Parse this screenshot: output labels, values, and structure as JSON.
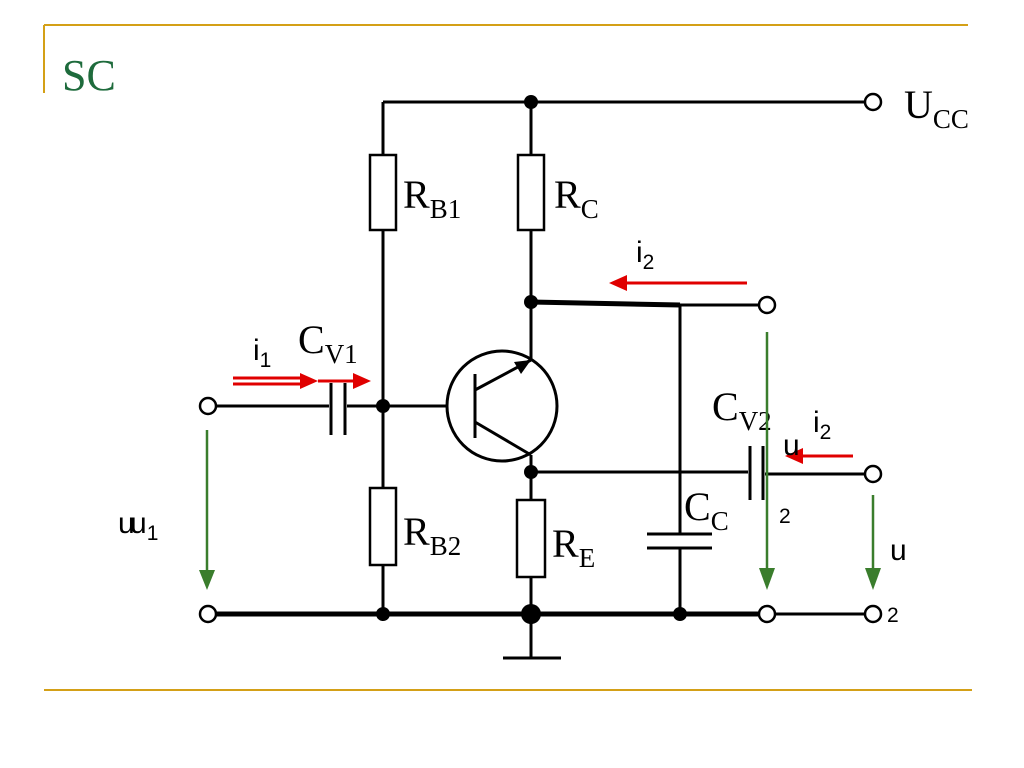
{
  "slide": {
    "title": "SC",
    "accent_color": "#1e6b3c",
    "rule_color": "#d4a017"
  },
  "labels": {
    "ucc_main": "U",
    "ucc_sub": "CC",
    "rb1_main": "R",
    "rb1_sub": "B1",
    "rc_main": "R",
    "rc_sub": "C",
    "rb2_main": "R",
    "rb2_sub": "B2",
    "re_main": "R",
    "re_sub": "E",
    "cv1_main": "C",
    "cv1_sub": "V1",
    "cv2_main": "C",
    "cv2_sub": "V2",
    "cc_main": "C",
    "cc_sub": "C",
    "i1_main": "i",
    "i1_sub": "1",
    "i2_top_main": "i",
    "i2_top_sub": "2",
    "i2_right_main": "i",
    "i2_right_sub": "2",
    "u1_main": "u",
    "u1_overlap": "u",
    "u1_sub": "1",
    "u2_mid_main": "u",
    "u2_mid_sub": "2",
    "u2_right_main": "u",
    "u2_right_sub": "2"
  },
  "colors": {
    "current_arrows": "#e00000",
    "voltage_arrows": "#3a7d2c",
    "wires": "#000000"
  }
}
